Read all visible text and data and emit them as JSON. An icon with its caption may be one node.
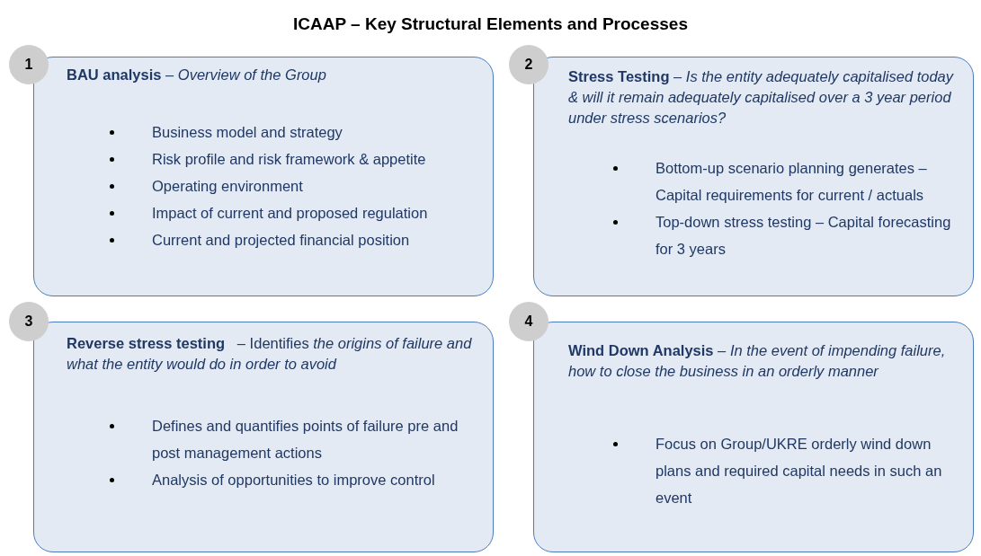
{
  "diagram": {
    "title": "ICAAP – Key Structural Elements and Processes",
    "nodes": [
      {
        "text": [
          "1"
        ]
      },
      {
        "text": [
          "**BAU analysis** – *Overview of the Group*",
          "Business model and strategy",
          "Risk profile and risk framework & appetite",
          "Operating environment",
          "Impact of current and proposed regulation",
          "Current and projected financial position"
        ]
      },
      {
        "text": [
          "2"
        ]
      },
      {
        "text": [
          "**Stress Testing** – *Is the entity adequately capitalised today & will it remain adequately capitalised over a 3 year period under stress scenarios?*",
          "Bottom-up scenario planning generates – Capital requirements for current / actuals",
          "Top-down stress testing – Capital forecasting for 3 years"
        ]
      },
      {
        "text": [
          "3"
        ]
      },
      {
        "text": [
          "**Reverse stress testing**   – Identifies *the origins of failure and what the entity would do in order to avoid*",
          "Defines and quantifies points of failure pre and post management actions",
          "Analysis of opportunities to improve control"
        ]
      },
      {
        "text": [
          "4"
        ]
      },
      {
        "text": [
          "**Wind Down Analysis** – *In the event of impending failure, how to close the business in an orderly manner*",
          "Focus on Group/UKRE orderly wind down plans and required capital needs in such an event"
        ]
      }
    ],
    "edges": []
  }
}
